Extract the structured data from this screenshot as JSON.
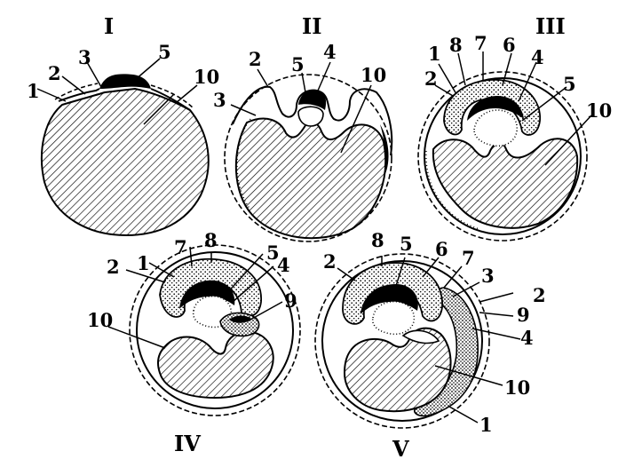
{
  "colors": {
    "ink": "#000000",
    "paper": "#ffffff",
    "dots": "#000000"
  },
  "panels": [
    {
      "id": "I",
      "roman": "I",
      "labels": [
        "1",
        "2",
        "3",
        "5",
        "10"
      ]
    },
    {
      "id": "II",
      "roman": "II",
      "labels": [
        "2",
        "3",
        "5",
        "4",
        "10"
      ]
    },
    {
      "id": "III",
      "roman": "III",
      "labels": [
        "1",
        "8",
        "7",
        "6",
        "4",
        "2",
        "5",
        "10"
      ]
    },
    {
      "id": "IV",
      "roman": "IV",
      "labels": [
        "8",
        "7",
        "1",
        "5",
        "2",
        "4",
        "9",
        "10"
      ]
    },
    {
      "id": "V",
      "roman": "V",
      "labels": [
        "8",
        "5",
        "6",
        "7",
        "2",
        "3",
        "2",
        "9",
        "4",
        "10",
        "1"
      ]
    }
  ]
}
